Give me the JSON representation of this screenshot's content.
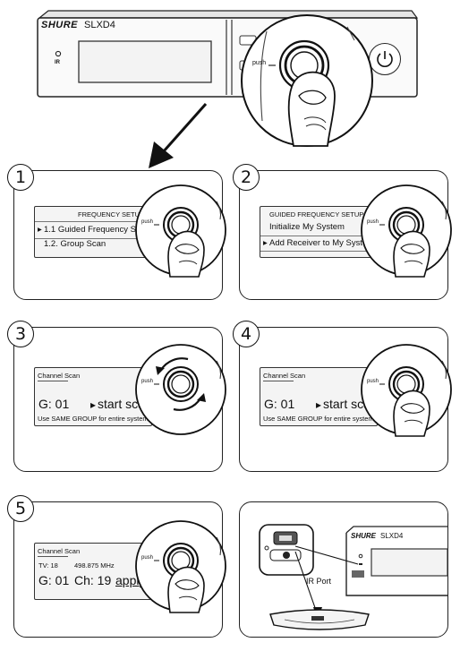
{
  "device": {
    "brand": "SHURE",
    "model": "SLXD4",
    "ir_label": "IR",
    "push_label": "push"
  },
  "steps": [
    {
      "number": "1",
      "menu_title": "FREQUENCY SETUP",
      "items": [
        "1.1 Guided Frequency Setup",
        "1.2. Group Scan"
      ],
      "push_label": "push"
    },
    {
      "number": "2",
      "menu_title": "GUIDED FREQUENCY SETUP",
      "items": [
        "Initialize My System",
        "Add Receiver to My System"
      ],
      "push_label": "push"
    },
    {
      "number": "3",
      "screen_title": "Channel Scan",
      "group": "G: 01",
      "action": "start scan",
      "note": "Use SAME GROUP for entire system.",
      "push_label": "push"
    },
    {
      "number": "4",
      "screen_title": "Channel Scan",
      "group": "G: 01",
      "action": "start scan",
      "note": "Use SAME GROUP for entire system.",
      "push_label": "push"
    },
    {
      "number": "5",
      "screen_title": "Channel Scan",
      "tv": "TV: 18",
      "frequency": "498.875 MHz",
      "group": "G: 01",
      "channel": "Ch: 19",
      "action": "apply",
      "push_label": "push"
    }
  ],
  "ir_sync": {
    "brand": "SHURE",
    "model": "SLXD4",
    "ir_port_label": "IR Port"
  }
}
